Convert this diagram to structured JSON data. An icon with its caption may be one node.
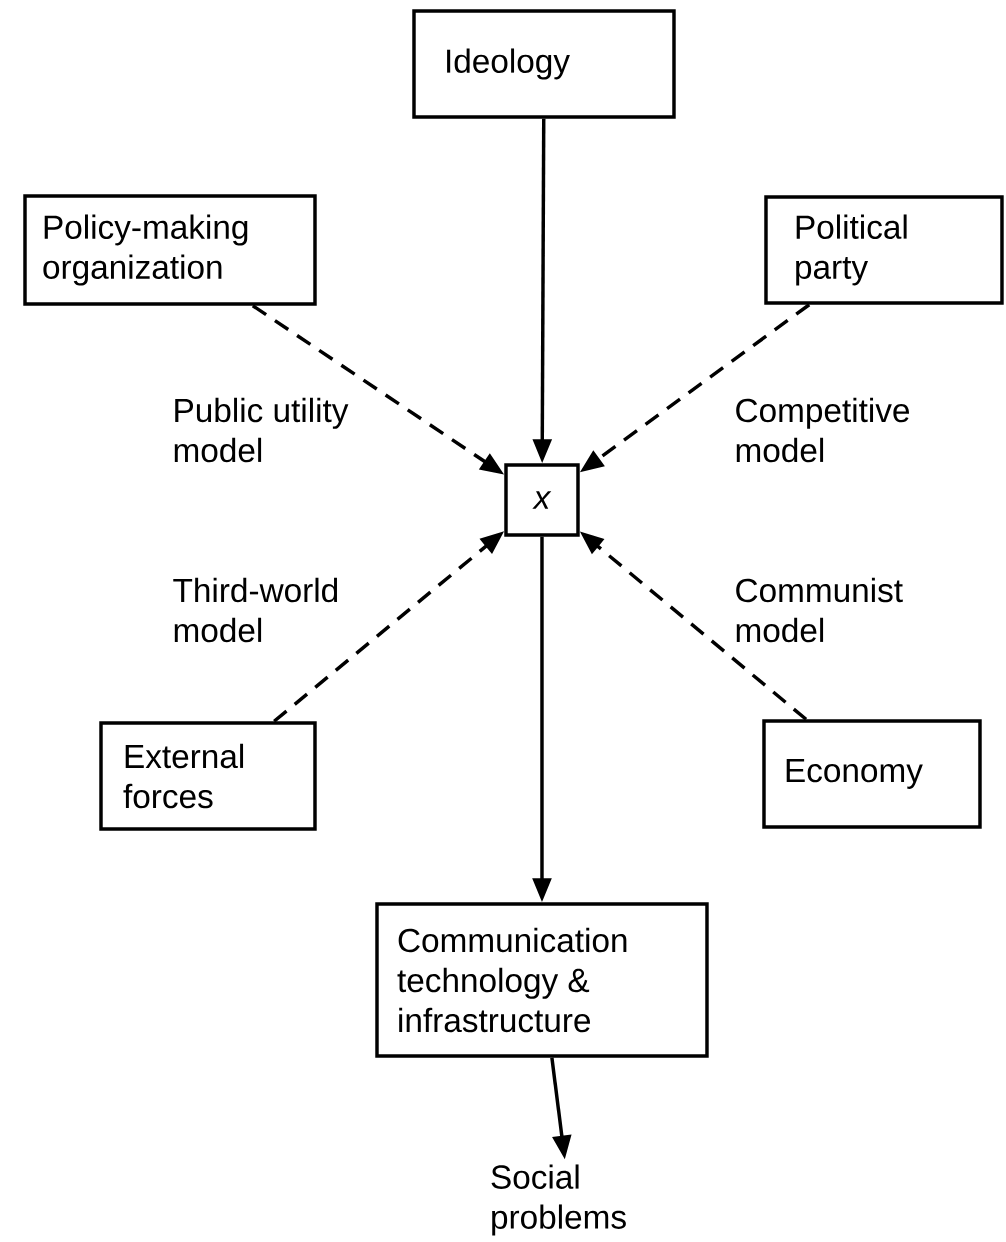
{
  "diagram": {
    "nodes": [
      {
        "text": [
          "Ideology"
        ]
      },
      {
        "text": [
          "Policy-making organization"
        ]
      },
      {
        "text": [
          "Political party"
        ]
      },
      {
        "text": [
          "x"
        ]
      },
      {
        "text": [
          "External forces"
        ]
      },
      {
        "text": [
          "Economy"
        ]
      },
      {
        "text": [
          "Communication technology & infrastructure"
        ]
      },
      {
        "text": [
          "Social problems"
        ]
      }
    ],
    "edges": [
      {
        "from": 0,
        "to": 3,
        "arrow": "to"
      },
      {
        "from": 1,
        "to": 3,
        "arrow": "to",
        "style": "dashed"
      },
      {
        "from": 2,
        "to": 3,
        "arrow": "to",
        "style": "dashed"
      },
      {
        "from": 4,
        "to": 3,
        "arrow": "to",
        "style": "dashed"
      },
      {
        "from": 5,
        "to": 3,
        "arrow": "to",
        "style": "dashed"
      },
      {
        "from": 3,
        "to": 6,
        "arrow": "to"
      },
      {
        "from": 6,
        "to": 7,
        "arrow": "to"
      }
    ],
    "labels": [
      "Public utility model",
      "Competitive model",
      "Third-world model",
      "Communist model"
    ]
  }
}
